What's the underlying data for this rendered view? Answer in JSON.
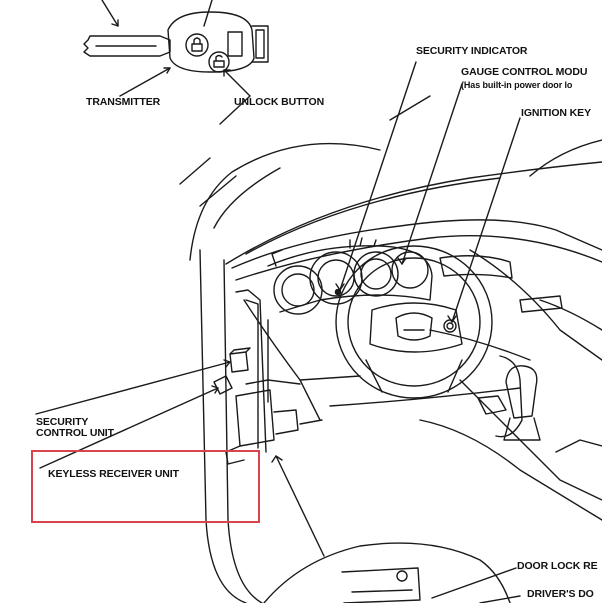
{
  "labels": {
    "transmitter": "TRANSMITTER",
    "unlock_button": "UNLOCK BUTTON",
    "security_indicator": "SECURITY INDICATOR",
    "gauge_control_line1": "GAUGE CONTROL MODU",
    "gauge_control_line2": "(Has built-in power door lo",
    "ignition_key": "IGNITION KEY",
    "security_control_line1": "SECURITY",
    "security_control_line2": "CONTROL UNIT",
    "keyless_receiver": "KEYLESS RECEIVER UNIT",
    "door_lock": "DOOR LOCK RE",
    "drivers_door": "DRIVER'S DO"
  },
  "colors": {
    "highlight": "#d9434b",
    "ink": "#111111",
    "background": "#ffffff"
  }
}
